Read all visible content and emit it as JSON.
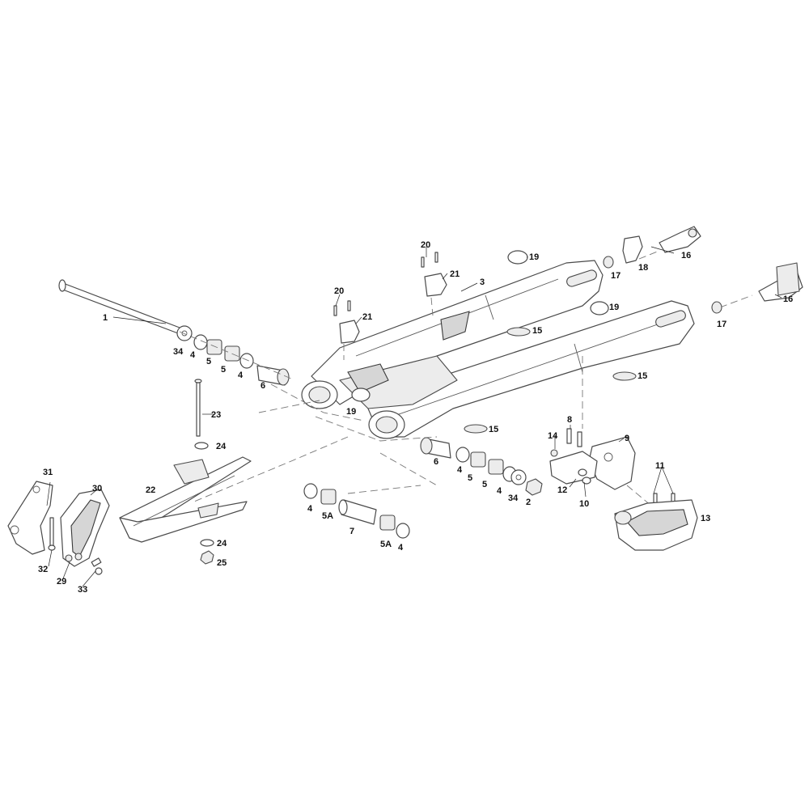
{
  "callouts": {
    "c1": "1",
    "c2": "2",
    "c3": "3",
    "c4a": "4",
    "c4b": "4",
    "c4c": "4",
    "c4d": "4",
    "c4e": "4",
    "c5a": "5",
    "c5b": "5",
    "c5c": "5",
    "c5d": "5",
    "c5A1": "5A",
    "c5A2": "5A",
    "c6a": "6",
    "c6b": "6",
    "c7": "7",
    "c8": "8",
    "c9": "9",
    "c10": "10",
    "c11": "11",
    "c12": "12",
    "c13": "13",
    "c14": "14",
    "c15a": "15",
    "c15b": "15",
    "c15c": "15",
    "c16a": "16",
    "c16b": "16",
    "c17a": "17",
    "c17b": "17",
    "c18": "18",
    "c19a": "19",
    "c19b": "19",
    "c19c": "19",
    "c20a": "20",
    "c20b": "20",
    "c21a": "21",
    "c21b": "21",
    "c22": "22",
    "c23": "23",
    "c24a": "24",
    "c24b": "24",
    "c25": "25",
    "c29": "29",
    "c30": "30",
    "c31": "31",
    "c32": "32",
    "c33": "33",
    "c34a": "34",
    "c34b": "34"
  }
}
